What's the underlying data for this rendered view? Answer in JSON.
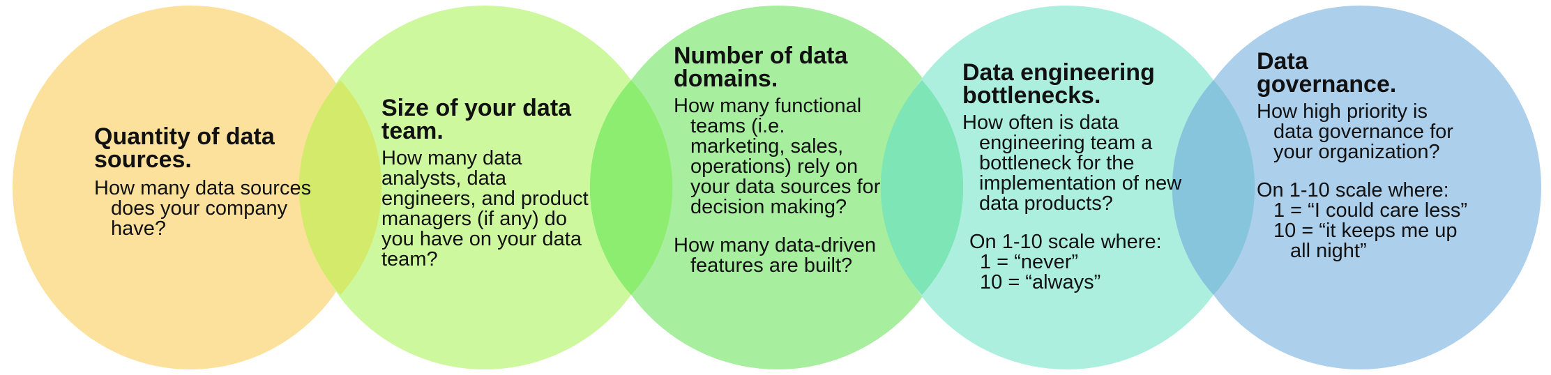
{
  "circles": [
    {
      "title": "Quantity of data sources",
      "title_suffix": ".",
      "question": "How many data sources does your company have?",
      "fill": "#fbe19c"
    },
    {
      "title": "Size of your data team.",
      "title_suffix": "",
      "question": "How many data analysts, data engineers, and product managers (if any) do you have on your data team?",
      "fill": "#cdf89e"
    },
    {
      "title": "Number of data domains",
      "title_suffix": ".",
      "question": "How many functional teams (i.e. marketing, sales, operations) rely on your data sources for decision making?",
      "question2": "How many data-driven features are built?",
      "fill": "#a7ee9e"
    },
    {
      "title": "Data engineering bottlenecks.",
      "title_suffix": "",
      "question": "How often is data engineering team a bottleneck for the implementation of new data products?",
      "scale_intro": "On 1-10 scale where:",
      "scale_low": "1 =  “never”",
      "scale_high": "10 = “always”",
      "fill": "#acefdf"
    },
    {
      "title": "Data governance.",
      "title_suffix": "",
      "question": "How high priority is data governance for your organization?",
      "scale_intro": "On 1-10 scale where:",
      "scale_low": "1 =  “I could care less”",
      "scale_high": "10 = “it keeps me up all night”",
      "fill": "#accfec"
    }
  ],
  "overlap_colors": [
    "#d4ea6a",
    "#8ded70",
    "#7de5b6",
    "#86c5dc"
  ]
}
